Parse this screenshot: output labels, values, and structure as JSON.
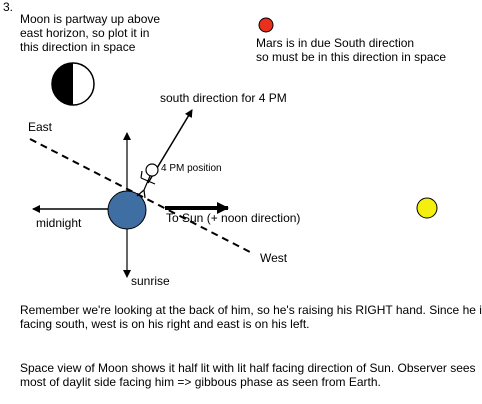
{
  "problem_number": "3.",
  "moon_note": "Moon is partway up above\neast horizon, so plot it in\nthis direction in space",
  "mars_note": "Mars is in due South direction\nso must be in this direction in space",
  "labels": {
    "south_4pm": "south direction for 4 PM",
    "east": "East",
    "west": "West",
    "position_4pm": "4 PM position",
    "midnight": "midnight",
    "to_sun": "To Sun (+ noon direction)",
    "sunrise": "sunrise"
  },
  "paragraph_1": "Remember we're looking at the back of him, so he's raising his RIGHT hand. Since he is facing south, west is on his right and east is on his left.",
  "paragraph_2": "Space view of Moon shows it half lit with lit half facing direction of Sun. Observer sees most of daylit side facing him => gibbous phase as seen from Earth.",
  "colors": {
    "earth": "#3f6ea3",
    "mars": "#e8301c",
    "sun": "#f5ef10",
    "moon_lit": "#ffffff",
    "moon_dark": "#000000"
  }
}
